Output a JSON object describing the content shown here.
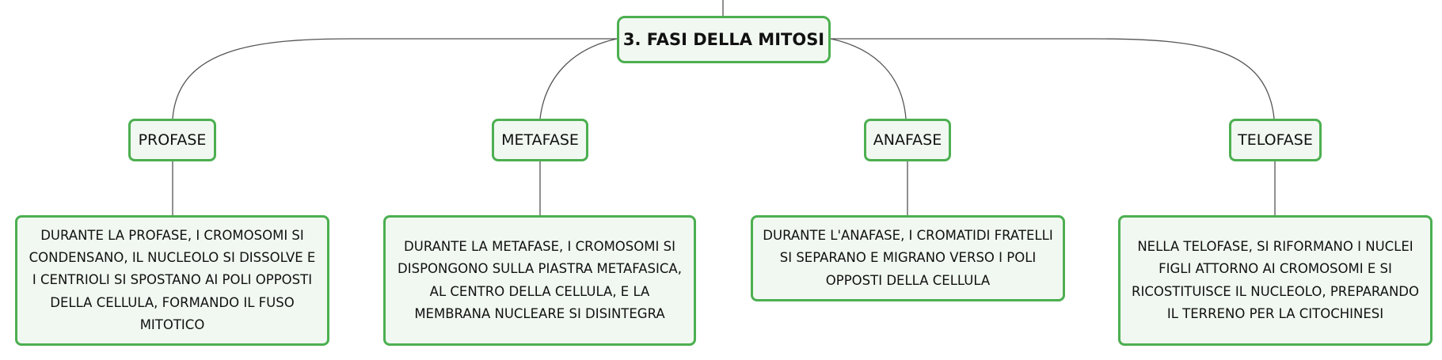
{
  "colors": {
    "border": "#4caf50",
    "fill": "#f1f8f1",
    "connector": "#555555"
  },
  "root": {
    "title": "3. FASI DELLA MITOSI"
  },
  "phases": [
    {
      "label": "PROFASE",
      "description": "DURANTE LA PROFASE, I CROMOSOMI SI CONDENSANO, IL NUCLEOLO SI DISSOLVE E I CENTRIOLI SI SPOSTANO AI POLI OPPOSTI DELLA CELLULA, FORMANDO IL FUSO MITOTICO"
    },
    {
      "label": "METAFASE",
      "description": "DURANTE LA METAFASE, I CROMOSOMI SI DISPONGONO SULLA PIASTRA METAFASICA, AL CENTRO DELLA CELLULA, E LA MEMBRANA NUCLEARE SI DISINTEGRA"
    },
    {
      "label": "ANAFASE",
      "description": "DURANTE L'ANAFASE, I CROMATIDI FRATELLI SI SEPARANO E MIGRANO VERSO I POLI OPPOSTI DELLA CELLULA"
    },
    {
      "label": "TELOFASE",
      "description": "NELLA TELOFASE, SI RIFORMANO I NUCLEI FIGLI ATTORNO AI CROMOSOMI E SI RICOSTITUISCE IL NUCLEOLO, PREPARANDO IL TERRENO PER LA CITOCHINESI"
    }
  ]
}
